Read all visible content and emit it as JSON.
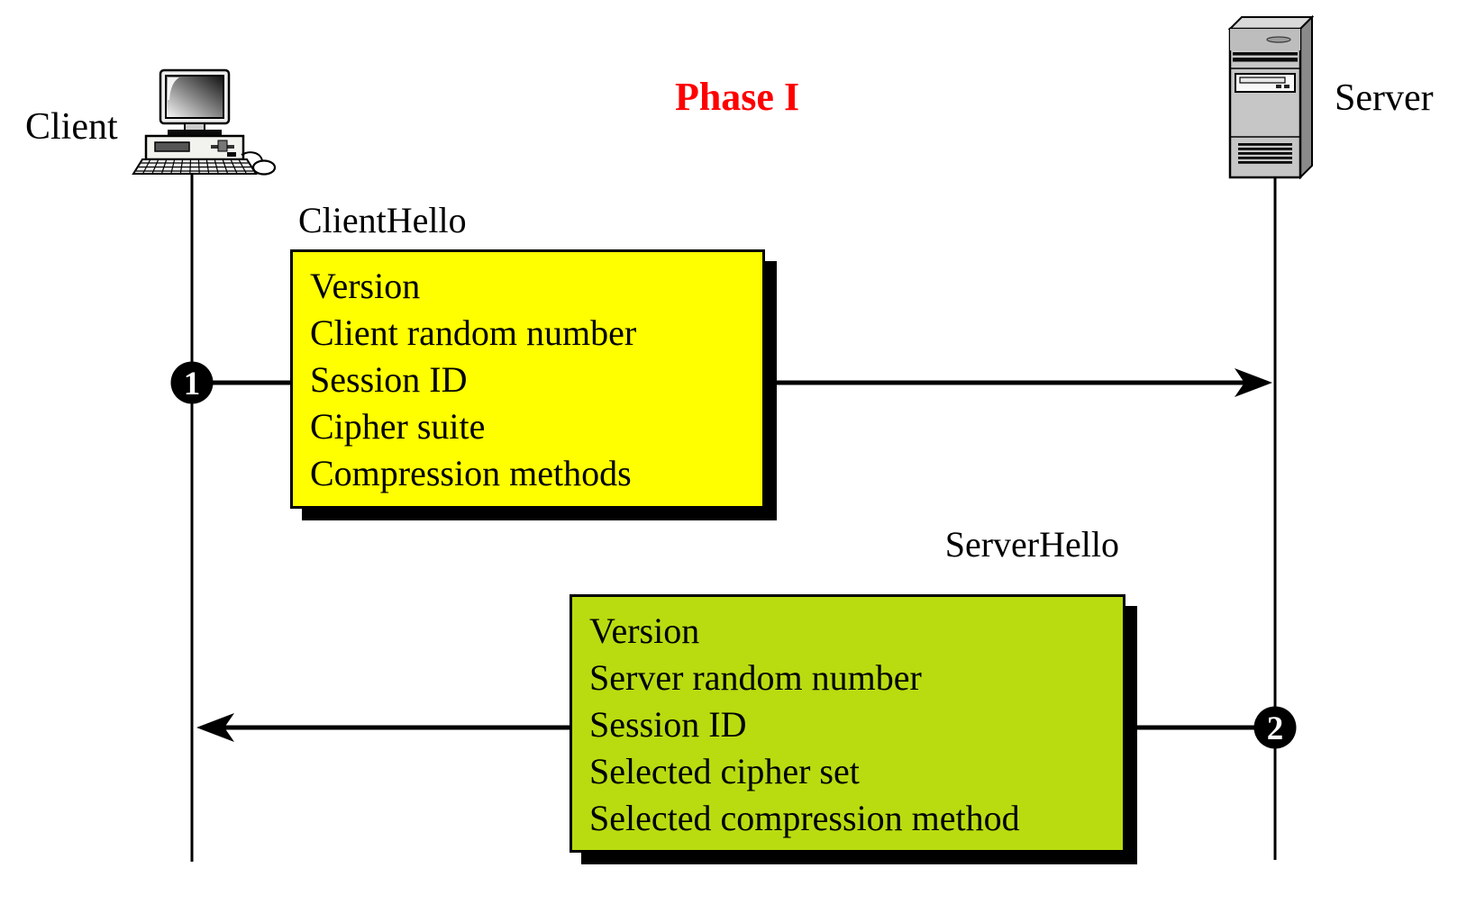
{
  "phase": {
    "label": "Phase I",
    "color": "#FF0000"
  },
  "actors": {
    "client": {
      "label": "Client",
      "icon": "desktop-computer-icon"
    },
    "server": {
      "label": "Server",
      "icon": "server-tower-icon"
    }
  },
  "messages": {
    "client_hello": {
      "step": "1",
      "direction": "client-to-server",
      "title": "ClientHello",
      "box_color": "#FFFF00",
      "fields": [
        "Version",
        "Client random number",
        "Session ID",
        "Cipher suite",
        "Compression methods"
      ]
    },
    "server_hello": {
      "step": "2",
      "direction": "server-to-client",
      "title": "ServerHello",
      "box_color": "#B8DC10",
      "fields": [
        "Version",
        "Server random number",
        "Session ID",
        "Selected cipher set",
        "Selected compression method"
      ]
    }
  }
}
